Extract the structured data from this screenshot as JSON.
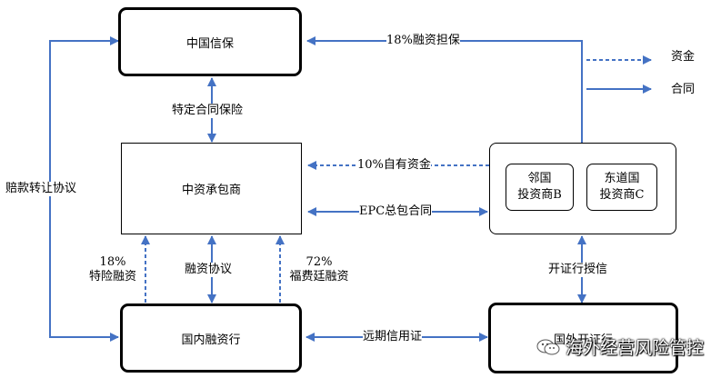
{
  "nodes": {
    "sinosure": "中国信保",
    "contractor": "中资承包商",
    "domestic_bank": "国内融资行",
    "foreign_bank": "国外开证行",
    "neighbor": "邻国\n投资商B",
    "east": "东道国\n投资商C"
  },
  "edges": {
    "financing_guarantee": "18%融资担保",
    "special_insurance": "特定合同保险",
    "own_funds": "10%自有资金",
    "epc": "EPC总包合同",
    "claim_transfer": "赔款转让协议",
    "premium_18": "18%\n特险融资",
    "financing_agreement": "融资协议",
    "deferred_72": "72%\n福费廷融资",
    "lc_open": "开证行授信",
    "usance_lc": "远期信用证"
  },
  "legend": {
    "funds": "资金",
    "contract": "合同"
  },
  "watermark": "海外经营风险管控",
  "colors": {
    "arrow": "#4472c4",
    "border": "#000000"
  }
}
